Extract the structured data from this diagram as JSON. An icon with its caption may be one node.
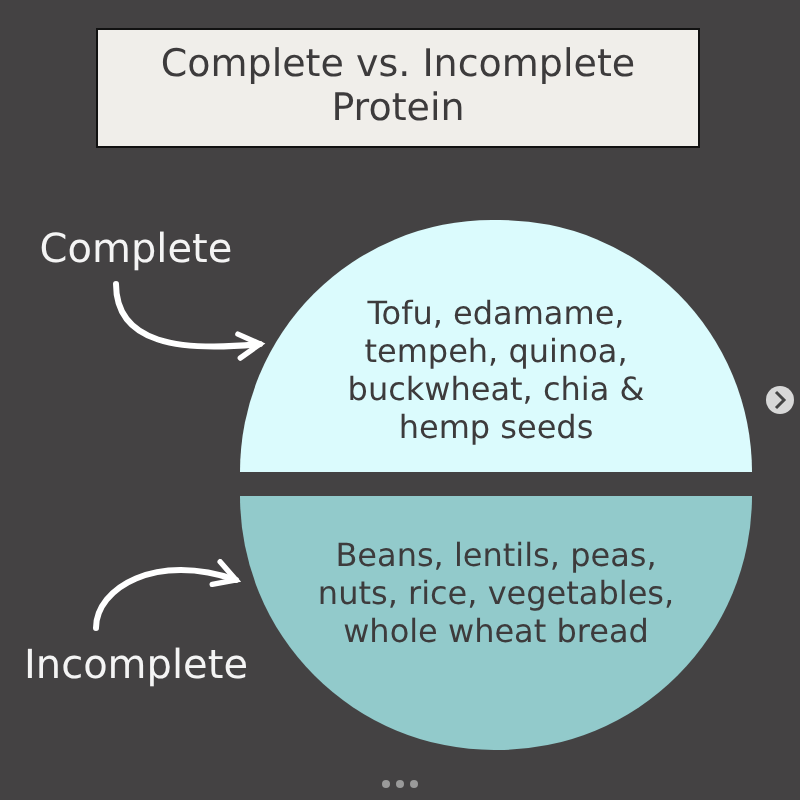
{
  "diagram": {
    "title": "Complete vs. Incomplete Protein",
    "nodes": [
      {
        "text": [
          "Complete"
        ]
      },
      {
        "text": [
          "Tofu, edamame, tempeh, quinoa, buckwheat, chia & hemp seeds"
        ]
      },
      {
        "text": [
          "Incomplete"
        ]
      },
      {
        "text": [
          "Beans, lentils, peas, nuts, rice, vegetables, whole wheat bread"
        ]
      }
    ],
    "edges": [
      {
        "from": 0,
        "to": 1,
        "arrow": "to"
      },
      {
        "from": 2,
        "to": 3,
        "arrow": "to"
      }
    ]
  }
}
